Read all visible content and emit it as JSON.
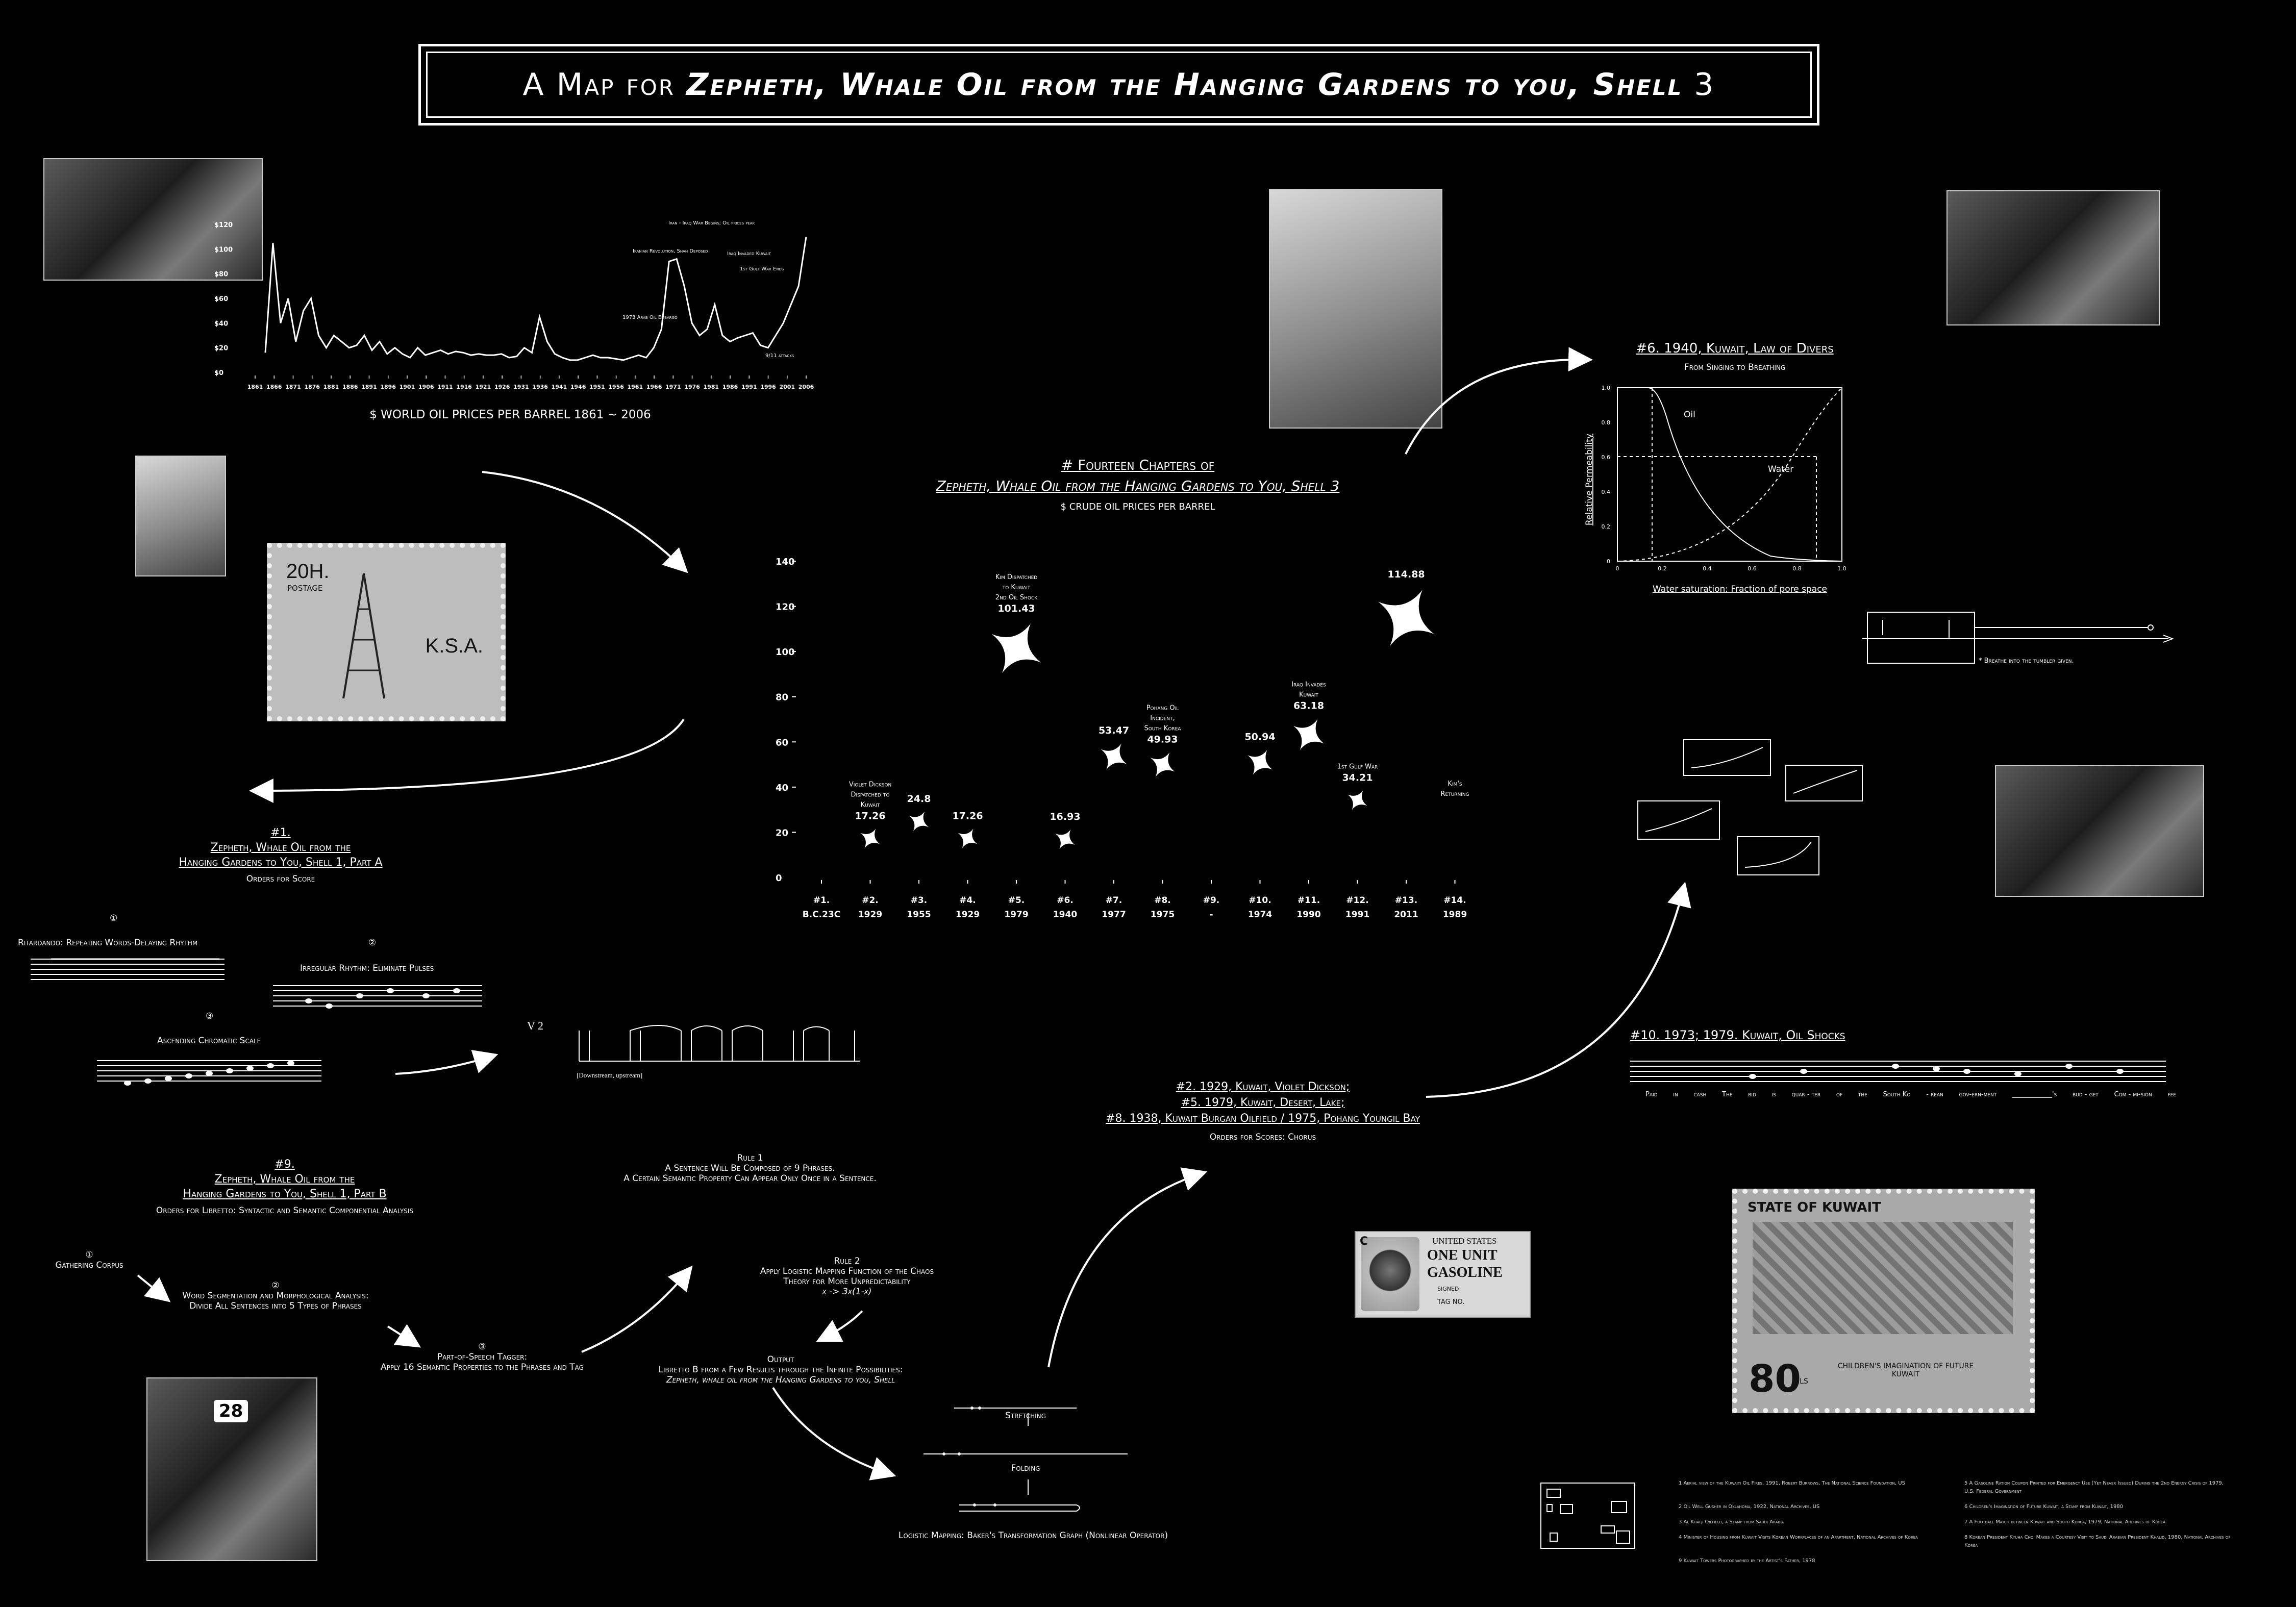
{
  "title": {
    "prefix": "A Map for ",
    "emph": "Zepheth, Whale Oil from the Hanging Gardens to you, Shell",
    "suffix": " 3"
  },
  "world_oil": {
    "caption": "$ WORLD OIL PRICES PER BARREL 1861 ~ 2006",
    "yticks": [
      "$0",
      "$20",
      "$40",
      "$60",
      "$80",
      "$100",
      "$120"
    ],
    "xticks": [
      "1861",
      "1866",
      "1871",
      "1876",
      "1881",
      "1886",
      "1891",
      "1896",
      "1901",
      "1906",
      "1911",
      "1916",
      "1921",
      "1926",
      "1931",
      "1936",
      "1941",
      "1946",
      "1951",
      "1956",
      "1961",
      "1966",
      "1971",
      "1976",
      "1981",
      "1986",
      "1991",
      "1996",
      "2001",
      "2006"
    ],
    "annotations": [
      "Iran - Iraq War Begins; Oil prices peak",
      "Iranian Revolution, Shah Deposed",
      "Iraq Invaded Kuwait",
      "1st Gulf War Ends",
      "1973 Arab Oil Embargo",
      "9/11 attacks"
    ]
  },
  "chapters": {
    "heading1": "# Fourteen Chapters of",
    "heading2": "Zepheth, Whale Oil from the Hanging Gardens to You, Shell 3",
    "subtitle": "$ CRUDE OIL PRICES PER BARREL"
  },
  "chart_data": {
    "type": "scatter",
    "title": "$ CRUDE OIL PRICES PER BARREL",
    "ylim": [
      0,
      140
    ],
    "yticks": [
      "0",
      "20",
      "40",
      "60",
      "80",
      "100",
      "120",
      "140"
    ],
    "categories": [
      "#1.",
      "#2.",
      "#3.",
      "#4.",
      "#5.",
      "#6.",
      "#7.",
      "#8.",
      "#9.",
      "#10.",
      "#11.",
      "#12.",
      "#13.",
      "#14."
    ],
    "years": [
      "B.C.23C",
      "1929",
      "1955",
      "1929",
      "1979",
      "1940",
      "1977",
      "1975",
      "-",
      "1974",
      "1990",
      "1991",
      "2011",
      "1989"
    ],
    "values": [
      null,
      17.26,
      24.8,
      17.26,
      101.43,
      16.93,
      53.47,
      49.93,
      null,
      50.94,
      63.18,
      34.21,
      114.88,
      null
    ],
    "value_labels": [
      "",
      "17.26",
      "24.8",
      "17.26",
      "101.43",
      "16.93",
      "53.47",
      "49.93",
      "",
      "50.94",
      "63.18",
      "34.21",
      "114.88",
      ""
    ],
    "event_labels": [
      "",
      "Violet Dickson Dispatched to Kuwait",
      "",
      "",
      "Kim Dispatched to Kuwait / 2nd Oil Shock",
      "",
      "",
      "Pohang Oil Incident, South Korea",
      "",
      "",
      "Iraq Invades Kuwait",
      "1st Gulf War",
      "",
      "Kim's Returning"
    ]
  },
  "ch1": {
    "num": "#1.",
    "title1": "Zepheth, Whale Oil from the",
    "title2": "Hanging Gardens to You, Shell 1, Part A",
    "orders": "Orders for Score",
    "s1_num": "①",
    "s1": "Ritardando: Repeating Words-Delaying Rhythm",
    "s2_num": "②",
    "s2": "Irregular Rhythm: Eliminate Pulses",
    "s3_num": "③",
    "s3": "Ascending Chromatic Scale",
    "v2": "V 2",
    "downstream": "[Downstream, upstream]"
  },
  "ch9": {
    "num": "#9.",
    "title1": "Zepheth, Whale Oil from the",
    "title2": "Hanging Gardens to You, Shell 1, Part B",
    "orders": "Orders for Libretto: Syntactic and Semantic Componential Analysis",
    "s1_num": "①",
    "s1": "Gathering Corpus",
    "s2_num": "②",
    "s2a": "Word Segmentation and Morphological Analysis:",
    "s2b": "Divide All Sentences into 5 Types of Phrases",
    "s3_num": "③",
    "s3a": "Part-of-Speech Tagger:",
    "s3b": "Apply 16 Semantic Properties to the Phrases and Tag",
    "rule1a": "Rule 1",
    "rule1b": "A Sentence Will Be Composed of 9 Phrases.",
    "rule1c": "A Certain Semantic Property Can Appear Only Once in a Sentence.",
    "rule2a": "Rule 2",
    "rule2b": "Apply Logistic Mapping Function of the Chaos",
    "rule2c": "Theory for More Unpredictability",
    "rule2d": "x -> 3x(1-x)",
    "outa": "Output",
    "outb": "Libretto B from a Few Results through the Infinite Possibilities:",
    "outc": "Zepheth, whale oil from the Hanging Gardens to you, Shell",
    "stretching": "Stretching",
    "folding": "Folding",
    "baker": "Logistic Mapping: Baker's Transformation Graph (Nonlinear Operator)"
  },
  "ch2": {
    "line1": "#2. 1929, Kuwait, Violet Dickson;",
    "line2": "#5. 1979, Kuwait, Desert, Lake;",
    "line3": "#8. 1938, Kuwait Burgan Oilfield / 1975, Pohang Youngil Bay",
    "orders": "Orders for Scores: Chorus"
  },
  "ch6": {
    "title": "#6. 1940, Kuwait, Law of Divers",
    "subtitle": "From Singing to Breathing",
    "ylabel": "Relative Permeability",
    "xlabel": "Water saturation: Fraction of pore space",
    "oil": "Oil",
    "water": "Water",
    "xticks": [
      "0",
      "0.2",
      "0.4",
      "0.6",
      "0.8",
      "1.0"
    ],
    "yticks": [
      "0",
      "0.2",
      "0.4",
      "0.6",
      "0.8",
      "1.0"
    ],
    "breathe": "* Breathe into the tumbler given."
  },
  "ch10": {
    "title": "#10. 1973; 1979. Kuwait, Oil Shocks",
    "lyrics": [
      "Paid",
      "in",
      "cash",
      "The",
      "bid",
      "is",
      "quar - ter",
      "of",
      "the",
      "South Ko",
      "- rean",
      "gov-ern-ment",
      "____________'s",
      "bud - get",
      "Com - mi-sion",
      "fee"
    ]
  },
  "stamp1": {
    "price": "20H.",
    "postage": "POSTAGE",
    "country": "K.S.A."
  },
  "stamp2": {
    "country": "STATE OF KUWAIT",
    "value": "80",
    "fils": "FILS",
    "caption": "CHILDREN'S IMAGINATION OF FUTURE KUWAIT"
  },
  "ration": {
    "line1": "UNITED STATES",
    "line2": "ONE UNIT",
    "line3": "GASOLINE",
    "signed": "SIGNED",
    "tag": "TAG NO.",
    "letter": "C"
  },
  "photo_door": {
    "number": "28"
  },
  "credits": [
    "1 Aerial view of the Kuwaiti Oil Fires, 1991, Robert Burrows, The National Science Foundation, US",
    "2 Oil Well Gusher in Oklahoma, 1922, National Archives, US",
    "3 Al Khafji Oilfield, a Stamp from Saudi Arabia",
    "4 Minister of Housing from Kuwait Visits Korean Workplaces of an Apartment, National Archives of Korea",
    "5 A Gasoline Ration Coupon Printed for Emergency Use (Yet Never Issued) During the 2nd Energy Crisis of 1979, U.S. Federal Government",
    "6 Children's Imagination of Future Kuwait, a Stamp from Kuwait, 1980",
    "7 A Football Match between Kuwait and South Korea, 1979, National Archives of Korea",
    "8 Korean President Kyuha Choi Makes a Courtesy Visit to Saudi Arabian President Khalid, 1980, National Archives of Korea",
    "9 Kuwait Towers Photographed by the Artist's Father, 1978"
  ]
}
